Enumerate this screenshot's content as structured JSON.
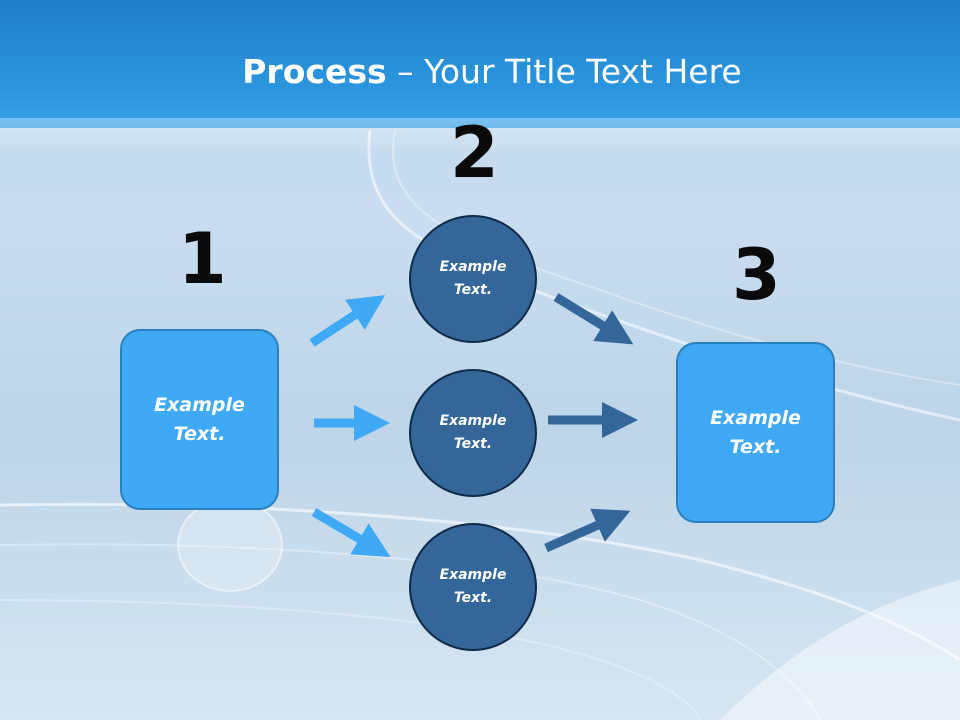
{
  "title": {
    "bold": "Process",
    "rest": " – Your Title Text Here"
  },
  "steps": [
    {
      "number": "1"
    },
    {
      "number": "2"
    },
    {
      "number": "3"
    }
  ],
  "left_box": {
    "text_line1": "Example",
    "text_line2": "Text."
  },
  "right_box": {
    "text_line1": "Example",
    "text_line2": "Text."
  },
  "circles": [
    {
      "text_line1": "Example",
      "text_line2": "Text."
    },
    {
      "text_line1": "Example",
      "text_line2": "Text."
    },
    {
      "text_line1": "Example",
      "text_line2": "Text."
    }
  ],
  "colors": {
    "header": "#2b96df",
    "box_fill": "#3fa9f5",
    "circle_fill": "#336699",
    "arrow_light": "#3fa9f5",
    "arrow_dark": "#336699"
  }
}
